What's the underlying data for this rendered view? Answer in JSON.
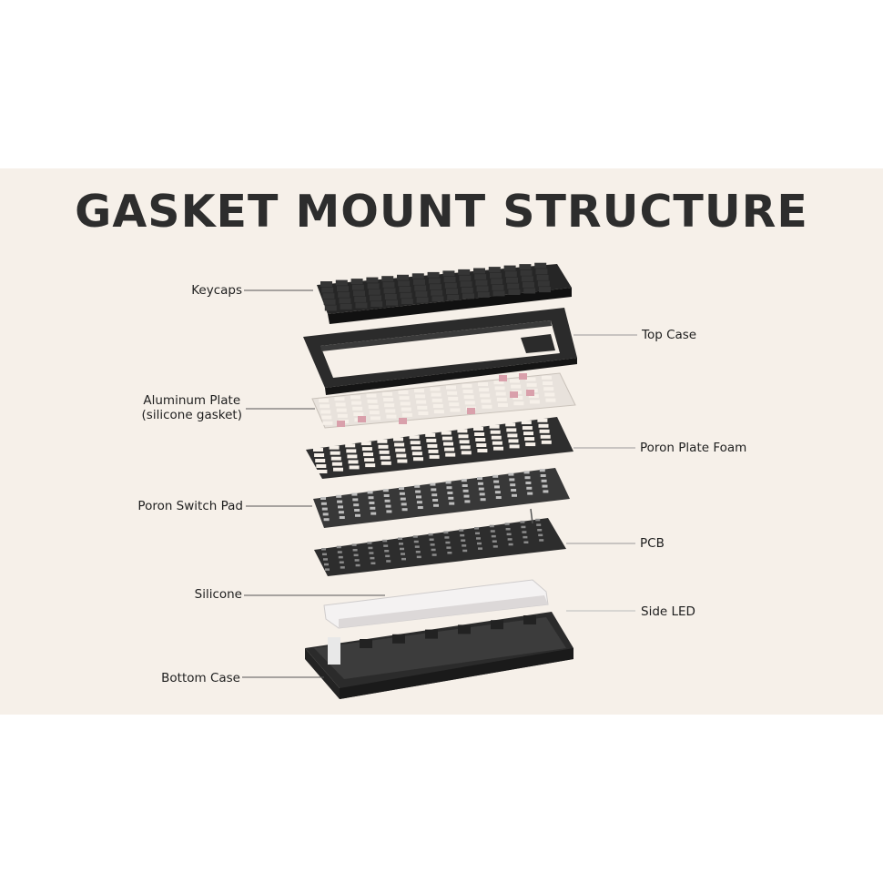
{
  "title": "GASKET MOUNT STRUCTURE",
  "labels": {
    "keycaps": "Keycaps",
    "top_case": "Top Case",
    "aluminum_plate": "Aluminum Plate",
    "aluminum_plate_sub": "(silicone gasket)",
    "poron_plate_foam": "Poron Plate Foam",
    "poron_switch_pad": "Poron Switch Pad",
    "pcb": "PCB",
    "silicone": "Silicone",
    "side_led": "Side LED",
    "bottom_case": "Bottom Case"
  },
  "colors": {
    "background_panel": "#f6f0e9",
    "dark_part": "#2b2b2b",
    "plate": "#e9e4df",
    "gasket_pink": "#d9a0ab",
    "silicone": "#f0eeee"
  }
}
